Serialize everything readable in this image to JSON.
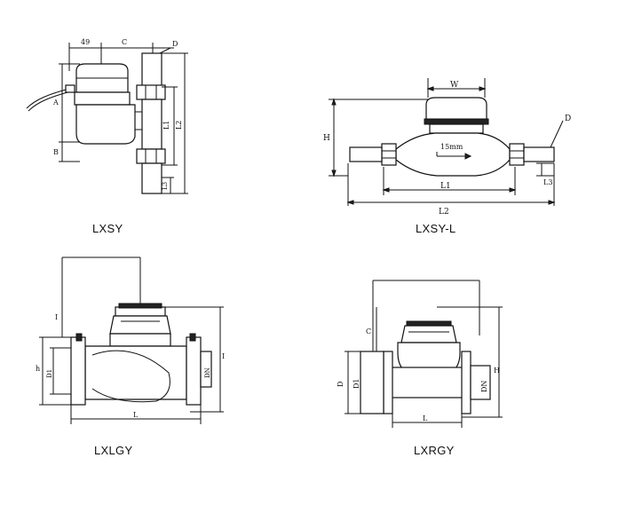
{
  "captions": {
    "lxsy": "LXSY",
    "lxsy_l": "LXSY-L",
    "lxlgy": "LXLGY",
    "lxrgy": "LXRGY"
  },
  "lxsy_dims": {
    "d49": "49",
    "c": "C",
    "d": "D",
    "a": "A",
    "b": "B",
    "l1": "L1",
    "l2": "L2",
    "l3": "L3"
  },
  "lxsyl_dims": {
    "w": "W",
    "h": "H",
    "flow": "15mm",
    "d": "D",
    "l1": "L1",
    "l2": "L2",
    "l3": "L3"
  },
  "lxlgy_dims": {
    "i": "I",
    "h": "h",
    "d1": "D1",
    "dn": "DN",
    "l": "L"
  },
  "lxrgy_dims": {
    "c": "C",
    "d": "D",
    "d1": "D1",
    "dn": "DN",
    "h": "H",
    "l": "L"
  }
}
